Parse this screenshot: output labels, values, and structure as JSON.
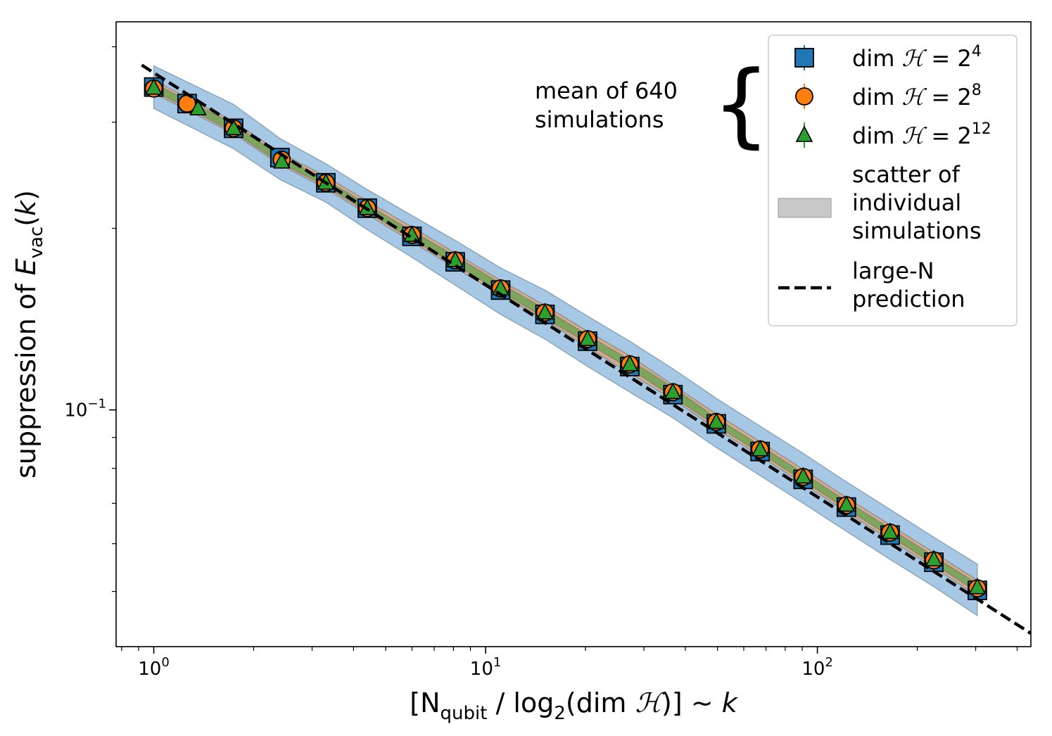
{
  "chart_data": {
    "type": "scatter",
    "title": "",
    "xscale": "log",
    "yscale": "log",
    "xlim": [
      0.77,
      440
    ],
    "ylim": [
      0.0405,
      0.44
    ],
    "xticks": [
      {
        "value": 1,
        "base": "10",
        "exp": "0"
      },
      {
        "value": 10,
        "base": "10",
        "exp": "1"
      },
      {
        "value": 100,
        "base": "10",
        "exp": "2"
      }
    ],
    "yticks": [
      {
        "value": 0.1,
        "base": "10",
        "exp": "−1"
      }
    ],
    "xlabel": {
      "parts": [
        "[N",
        "qubit",
        " / log",
        "2",
        "(dim ",
        "ℋ",
        ")]  ∼  ",
        "k"
      ]
    },
    "ylabel": {
      "parts": [
        "suppression of ",
        "E",
        "vac",
        "(",
        "k",
        ")"
      ]
    },
    "annotation": {
      "lines": [
        "mean of 640",
        "simulations"
      ],
      "brace": "{"
    },
    "colors": {
      "blue": "#1f77b4",
      "orange": "#ff7f0e",
      "green": "#2ca02c",
      "band_blue": "#a6c8e4",
      "band_orange": "#dca982",
      "band_green": "#7fa55a",
      "legend_gray": "#c8c8c8",
      "prediction": "#000000"
    },
    "series": [
      {
        "name": "dim ℋ = 2^4",
        "legend": {
          "pre": "dim ",
          "sym": "ℋ",
          "eq": " = 2",
          "exp": "4"
        },
        "marker": "square",
        "color": "#1f77b4",
        "x": [
          1.0,
          1.26,
          1.74,
          2.4,
          3.3,
          4.4,
          6.0,
          8.1,
          11.1,
          15.1,
          20.3,
          27.2,
          36.7,
          49.6,
          67.2,
          90.6,
          122.3,
          165.6,
          224.4,
          303.5
        ],
        "y": [
          0.343,
          0.322,
          0.293,
          0.262,
          0.238,
          0.216,
          0.194,
          0.176,
          0.158,
          0.144,
          0.13,
          0.118,
          0.106,
          0.0948,
          0.0853,
          0.0767,
          0.069,
          0.062,
          0.0559,
          0.0502
        ]
      },
      {
        "name": "dim ℋ = 2^8",
        "legend": {
          "pre": "dim ",
          "sym": "ℋ",
          "eq": " = 2",
          "exp": "8"
        },
        "marker": "circle",
        "color": "#ff7f0e",
        "x": [
          1.0,
          1.26,
          1.74,
          2.43,
          3.3,
          4.4,
          6.0,
          8.1,
          11.1,
          15.1,
          20.3,
          27.2,
          36.7,
          49.6,
          67.2,
          90.6,
          122.3,
          165.6,
          224.4,
          303.5
        ],
        "y": [
          0.341,
          0.322,
          0.293,
          0.26,
          0.238,
          0.216,
          0.195,
          0.177,
          0.159,
          0.145,
          0.131,
          0.119,
          0.107,
          0.0955,
          0.086,
          0.0774,
          0.0695,
          0.0626,
          0.0563,
          0.0506
        ]
      },
      {
        "name": "dim ℋ = 2^12",
        "legend": {
          "pre": "dim ",
          "sym": "ℋ",
          "eq": " = 2",
          "exp": "12"
        },
        "marker": "triangle",
        "color": "#2ca02c",
        "x": [
          1.0,
          1.36,
          1.74,
          2.43,
          3.3,
          4.4,
          6.0,
          8.1,
          11.1,
          15.1,
          20.3,
          27.2,
          36.7,
          49.6,
          67.2,
          90.6,
          122.3,
          165.6,
          224.4,
          303.5
        ],
        "y": [
          0.342,
          0.316,
          0.293,
          0.258,
          0.238,
          0.216,
          0.195,
          0.177,
          0.159,
          0.145,
          0.131,
          0.119,
          0.107,
          0.0955,
          0.086,
          0.0775,
          0.0696,
          0.0627,
          0.0565,
          0.0508
        ]
      }
    ],
    "bands": [
      {
        "name": "blue",
        "color": "#a6c8e4",
        "x": [
          1.0,
          1.74,
          2.4,
          3.3,
          4.4,
          6.0,
          8.1,
          11.1,
          15.1,
          20.3,
          27.2,
          36.7,
          49.6,
          67.2,
          90.6,
          122.3,
          165.6,
          224.4,
          303.5
        ],
        "lower": [
          0.316,
          0.271,
          0.241,
          0.221,
          0.199,
          0.179,
          0.161,
          0.144,
          0.131,
          0.118,
          0.107,
          0.097,
          0.0866,
          0.0778,
          0.07,
          0.0629,
          0.0565,
          0.0509,
          0.0456
        ],
        "upper": [
          0.372,
          0.321,
          0.282,
          0.256,
          0.232,
          0.21,
          0.191,
          0.172,
          0.158,
          0.143,
          0.13,
          0.117,
          0.1045,
          0.094,
          0.0847,
          0.076,
          0.0684,
          0.0615,
          0.0555
        ]
      },
      {
        "name": "orange",
        "color": "#dca982",
        "x": [
          1.0,
          1.74,
          2.4,
          3.3,
          4.4,
          6.0,
          8.1,
          11.1,
          15.1,
          20.3,
          27.2,
          36.7,
          49.6,
          67.2,
          90.6,
          122.3,
          165.6,
          224.4,
          303.5
        ],
        "lower": [
          0.335,
          0.287,
          0.255,
          0.233,
          0.211,
          0.19,
          0.172,
          0.155,
          0.141,
          0.127,
          0.115,
          0.104,
          0.0931,
          0.0838,
          0.0754,
          0.0677,
          0.0609,
          0.0548,
          0.0492
        ],
        "upper": [
          0.352,
          0.301,
          0.267,
          0.244,
          0.222,
          0.201,
          0.182,
          0.164,
          0.149,
          0.135,
          0.123,
          0.11,
          0.0985,
          0.0886,
          0.0797,
          0.0716,
          0.0645,
          0.058,
          0.0522
        ]
      },
      {
        "name": "green",
        "color": "#7fa55a",
        "x": [
          1.0,
          1.74,
          2.4,
          3.3,
          4.4,
          6.0,
          8.1,
          11.1,
          15.1,
          20.3,
          27.2,
          36.7,
          49.6,
          67.2,
          90.6,
          122.3,
          165.6,
          224.4,
          303.5
        ],
        "lower": [
          0.338,
          0.289,
          0.257,
          0.235,
          0.213,
          0.192,
          0.174,
          0.157,
          0.142,
          0.129,
          0.117,
          0.105,
          0.0942,
          0.0848,
          0.0763,
          0.0685,
          0.0617,
          0.0555,
          0.0499
        ],
        "upper": [
          0.348,
          0.298,
          0.264,
          0.241,
          0.219,
          0.198,
          0.18,
          0.162,
          0.147,
          0.133,
          0.121,
          0.109,
          0.097,
          0.0873,
          0.0786,
          0.0706,
          0.0636,
          0.0572,
          0.0515
        ]
      }
    ],
    "prediction": {
      "name": "large-N prediction",
      "x": [
        0.92,
        440
      ],
      "y": [
        0.373,
        0.0426
      ]
    },
    "legend": {
      "placement": "top-right",
      "band_label": [
        "scatter of",
        "individual",
        "simulations"
      ],
      "prediction_label": [
        "large-N",
        "prediction"
      ]
    }
  }
}
